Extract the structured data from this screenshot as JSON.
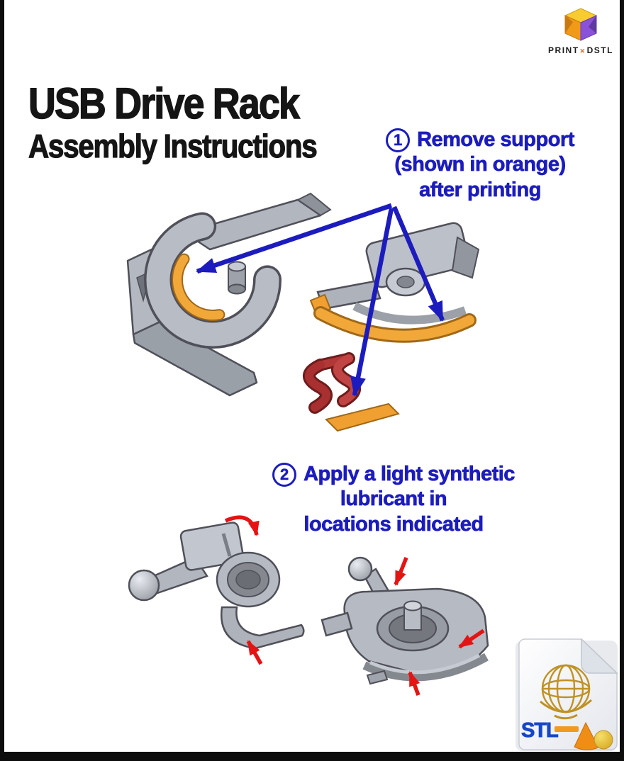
{
  "brand": {
    "name_left": "PRINT",
    "mark": "✕",
    "name_right": "DSTL"
  },
  "title": {
    "line1": "USB Drive Rack",
    "line2": "Assembly Instructions"
  },
  "steps": [
    {
      "number": "1",
      "line1": "Remove support",
      "line2": "(shown in orange)",
      "line3": "after printing"
    },
    {
      "number": "2",
      "line1": "Apply a light synthetic",
      "line2": "lubricant in",
      "line3": "locations indicated"
    }
  ],
  "stl_badge": {
    "label": "STL"
  },
  "colors": {
    "instruction_blue": "#1c1cbe",
    "arrow_blue": "#1c1cbe",
    "arrow_red": "#e41414",
    "support_orange": "#f0a030",
    "part_gray": "#b8bcc4",
    "clip_red": "#b23838",
    "stl_blue": "#1747c8",
    "logo_orange": "#f09a18",
    "logo_yellow": "#f8cc30",
    "logo_purple": "#8a52d8"
  }
}
